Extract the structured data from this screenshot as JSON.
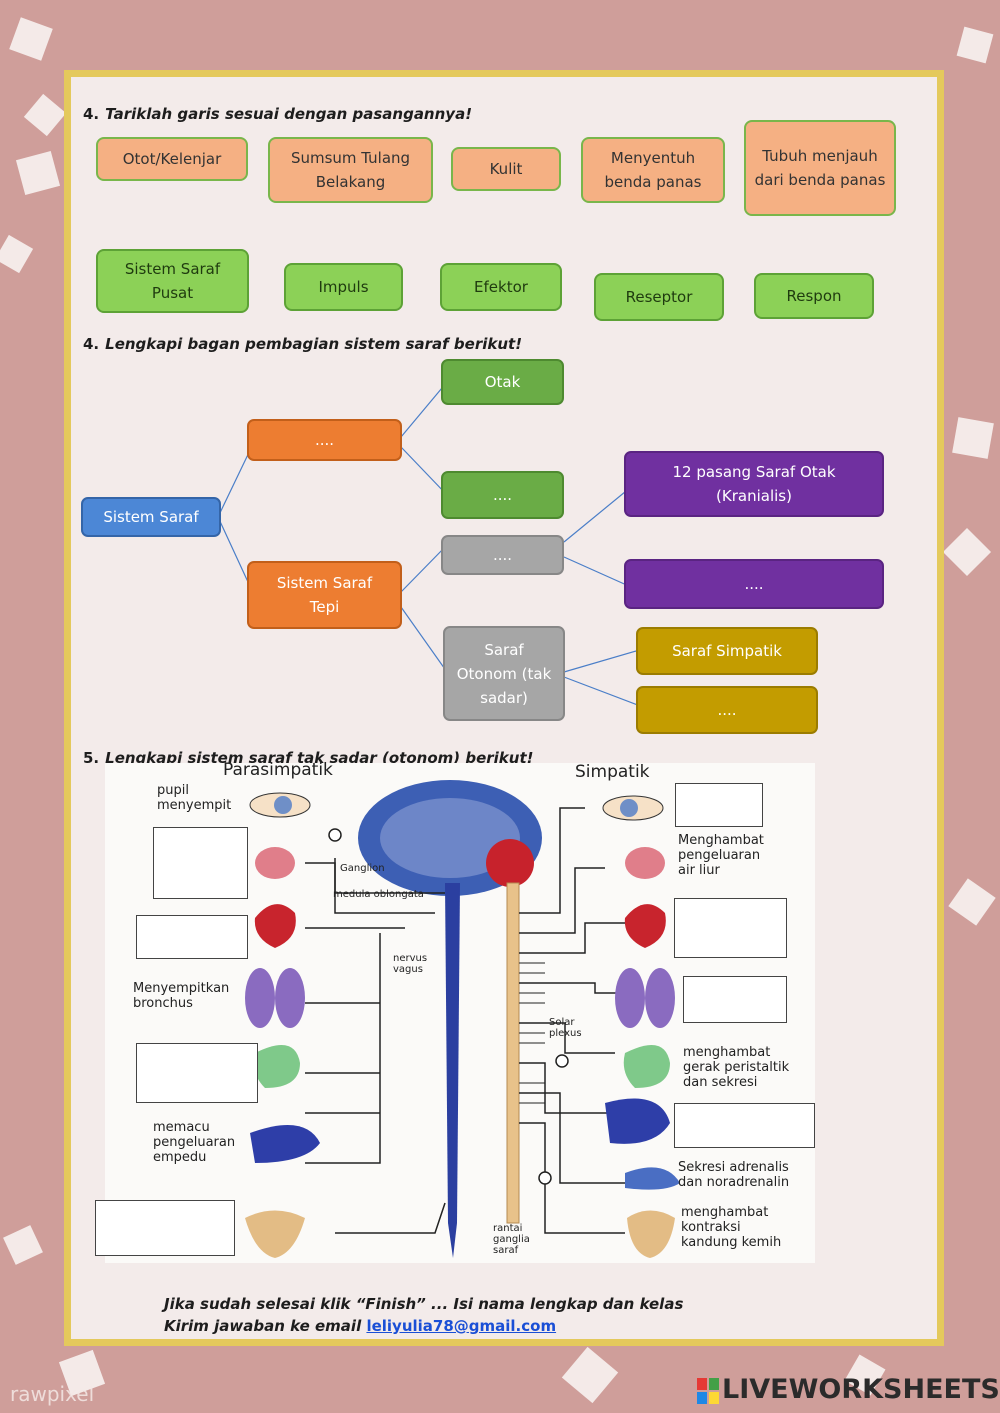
{
  "section_match": {
    "number": "4.",
    "instruction": "Tariklah garis sesuai dengan pasangannya!",
    "orange_cards": [
      "Otot/Kelenjar",
      "Sumsum Tulang Belakang",
      "Kulit",
      "Menyentuh benda panas",
      "Tubuh menjauh dari benda panas"
    ],
    "green_cards": [
      "Sistem Saraf Pusat",
      "Impuls",
      "Efektor",
      "Reseptor",
      "Respon"
    ]
  },
  "section_chart": {
    "number": "4.",
    "instruction": "Lengkapi bagan pembagian sistem saraf berikut!",
    "nodes": {
      "root": "Sistem Saraf",
      "pusat_blank": "....",
      "otak": "Otak",
      "pusat_blank2": "....",
      "tepi": "Sistem Saraf Tepi",
      "sadar_blank": "....",
      "kranial": "12 pasang Saraf Otak (Kranialis)",
      "kranial_blank": "....",
      "otonom": "Saraf Otonom (tak sadar)",
      "simpatik": "Saraf Simpatik",
      "simpatik_blank": "...."
    }
  },
  "section_diagram": {
    "number": "5.",
    "instruction": "Lengkapi sistem saraf tak sadar (otonom) berikut!",
    "labels": {
      "parasimpatik": "Parasimpatik",
      "simpatik": "Simpatik",
      "pupil": "pupil menyempit",
      "ganglion": "Ganglion",
      "medula": "medula oblongata",
      "nervus": "nervus vagus",
      "bronchus": "Menyempitkan bronchus",
      "empedu": "memacu pengeluaran empedu",
      "menghambat_liur": "Menghambat pengeluaran air liur",
      "solar": "Solar plexus",
      "peristaltik": "menghambat gerak peristaltik dan sekresi",
      "adrenalin": "Sekresi adrenalis dan noradrenalin",
      "kandung": "menghambat kontraksi kandung kemih",
      "rantai": "rantai ganglia saraf"
    }
  },
  "footer": {
    "line1": "Jika sudah selesai klik “Finish” ... Isi nama lengkap dan kelas",
    "line2_prefix": "Kirim jawaban ke email ",
    "email": "leliyulia78@gmail.com"
  },
  "watermark": "rawpixel",
  "brand": {
    "logo_letters": "LIVE",
    "name": "LIVEWORKSHEETS",
    "colors": [
      "#e53935",
      "#43a047",
      "#1e88e5",
      "#fdd835"
    ]
  }
}
